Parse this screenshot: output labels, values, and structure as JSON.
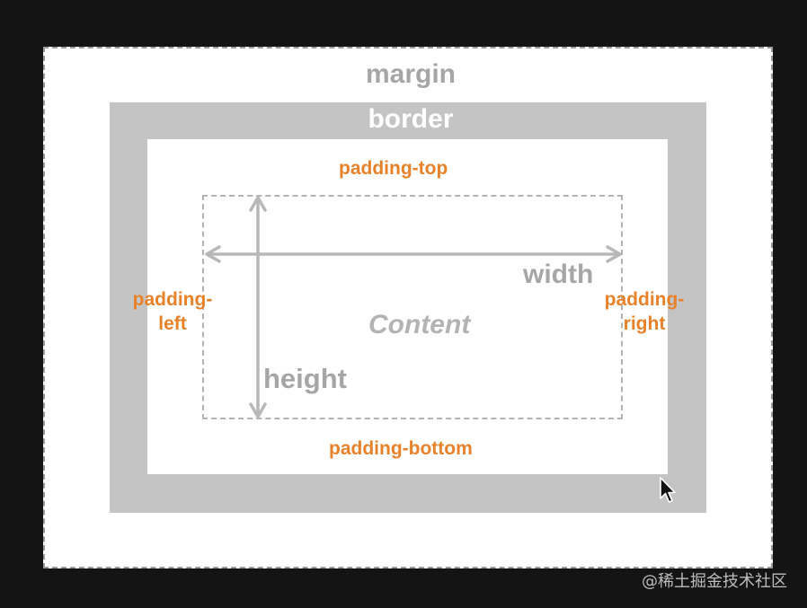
{
  "diagram": {
    "margin_label": "margin",
    "border_label": "border",
    "padding_top_label": "padding-top",
    "padding_bottom_label": "padding-bottom",
    "padding_left_label_line1": "padding-",
    "padding_left_label_line2": "left",
    "padding_right_label_line1": "padding-",
    "padding_right_label_line2": "right",
    "content_label": "Content",
    "width_label": "width",
    "height_label": "height"
  },
  "watermark": {
    "text": "@稀土掘金技术社区"
  },
  "colors": {
    "background": "#141414",
    "margin_area": "#ffffff",
    "border_area": "#c4c4c4",
    "padding_label": "#e8822a",
    "dimension_label": "#a6a6a6",
    "arrow": "#b8b8b8"
  }
}
